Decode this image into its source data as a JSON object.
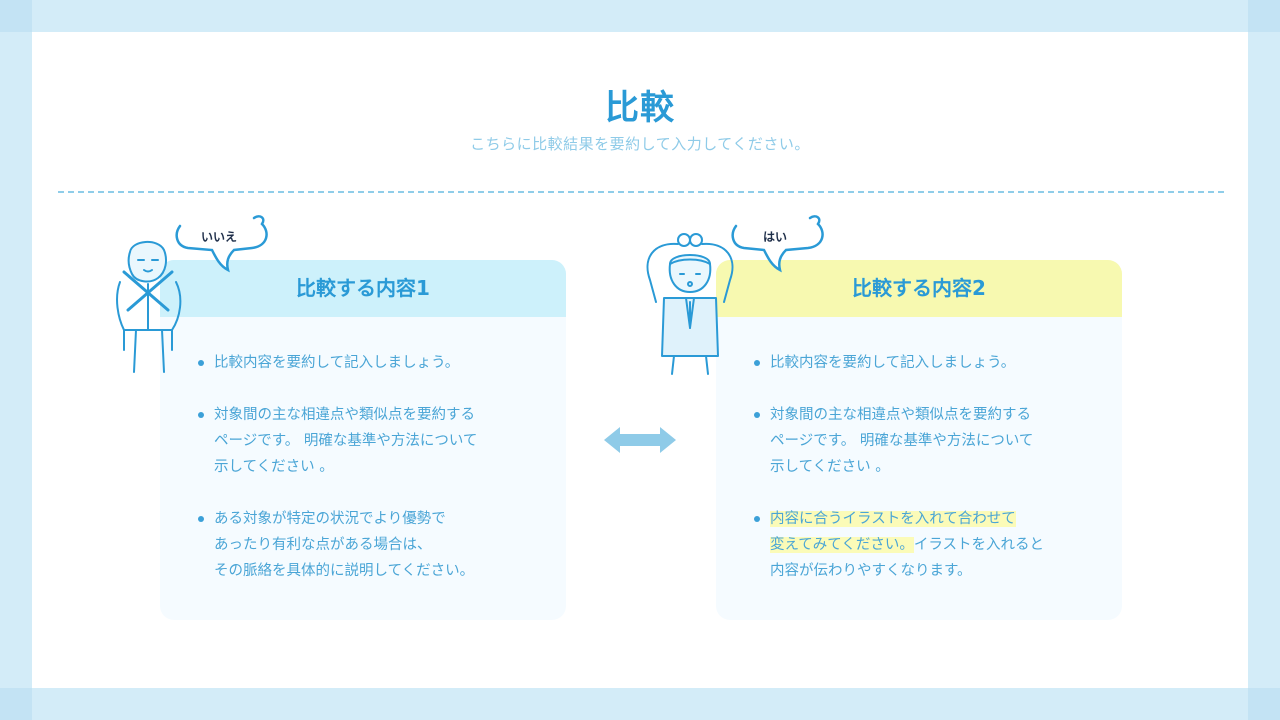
{
  "slide": {
    "title": "比較",
    "subtitle": "こちらに比較結果を要約して入力してください。"
  },
  "left": {
    "bubble": "いいえ",
    "heading": "比較する内容1",
    "items": [
      "比較内容を要約して記入しましょう。",
      "対象間の主な相違点や類似点を要約する\nページです。 明確な基準や方法について\n示してください 。",
      "ある対象が特定の状況でより優勢で\nあったり有利な点がある場合は、\nその脈絡を具体的に説明してください。"
    ]
  },
  "right": {
    "bubble": "はい",
    "heading": "比較する内容2",
    "items": [
      "比較内容を要約して記入しましょう。",
      "対象間の主な相違点や類似点を要約する\nページです。 明確な基準や方法について\n示してください 。"
    ],
    "highlight_item": {
      "highlighted": "内容に合うイラストを入れて合わせて\n変えてみてください。",
      "rest": "イラストを入れると\n内容が伝わりやすくなります。"
    }
  },
  "colors": {
    "accent": "#2a9ad6",
    "frame": "#d3ecf8",
    "left_header": "#cdf1fb",
    "right_header": "#f7f9b0",
    "arrow": "#8fcbe8"
  },
  "icons": {
    "arrow": "double-arrow-icon",
    "left_person": "person-crossed-arms-icon",
    "right_person": "person-circle-arms-icon",
    "bubble": "speech-bubble-icon"
  }
}
